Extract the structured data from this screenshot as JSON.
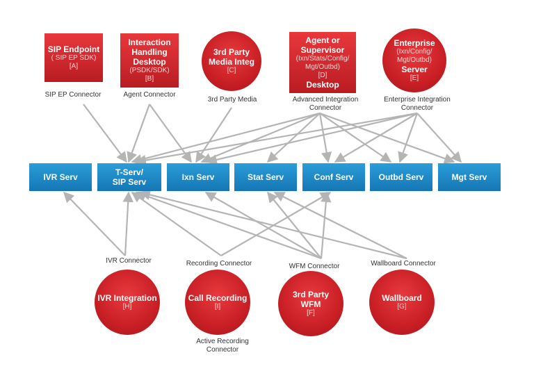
{
  "nodes": {
    "sip_endpoint": {
      "title": "SIP Endpoint",
      "sub": "( SIP EP SDK)",
      "id": "[A]"
    },
    "interaction_desktop": {
      "title1": "Interaction",
      "title2": "Handling",
      "title3": "Desktop",
      "sub": "(PSDK/SDK)",
      "id": "[B]"
    },
    "third_party_media": {
      "title1": "3rd Party",
      "title2": "Media Integ",
      "id": "[C]"
    },
    "agent_desktop": {
      "title1": "Agent or",
      "title2": "Supervisor",
      "sub1": "(Ixn/Stats/Config/",
      "sub2": "Mgt/Outbd)",
      "id": "[D]",
      "title3": "Desktop"
    },
    "enterprise_server": {
      "title1": "Enterprise",
      "sub1": "(Ixn/Config/",
      "sub2": "Mgt/Outbd)",
      "title2": "Server",
      "id": "[E]"
    },
    "ivr_integration": {
      "title": "IVR Integration",
      "id": "[H]"
    },
    "call_recording": {
      "title": "Call Recording",
      "id": "[I]"
    },
    "third_party_wfm": {
      "title1": "3rd Party",
      "title2": "WFM",
      "id": "[F]"
    },
    "wallboard": {
      "title": "Wallboard",
      "id": "[G]"
    }
  },
  "servers": {
    "ivr": "IVR Serv",
    "tserv_line1": "T-Serv/",
    "tserv_line2": "SIP Serv",
    "ixn": "Ixn Serv",
    "stat": "Stat Serv",
    "conf": "Conf Serv",
    "outbd": "Outbd Serv",
    "mgt": "Mgt Serv"
  },
  "connectors": {
    "sip_ep": "SIP EP Connector",
    "agent": "Agent Connector",
    "third_party_media": "3rd Party Media",
    "advanced_line1": "Advanced Integration",
    "advanced_line2": "Connector",
    "enterprise_line1": "Enterprise Integration",
    "enterprise_line2": "Connector",
    "ivr": "IVR Connector",
    "recording": "Recording Connector",
    "wfm": "WFM Connector",
    "wallboard": "Wallboard Connector",
    "active_recording_line1": "Active Recording",
    "active_recording_line2": "Connector"
  },
  "colors": {
    "node_red": "#c81f25",
    "server_blue": "#1a86c6",
    "link_gray": "#b4b4b4"
  }
}
